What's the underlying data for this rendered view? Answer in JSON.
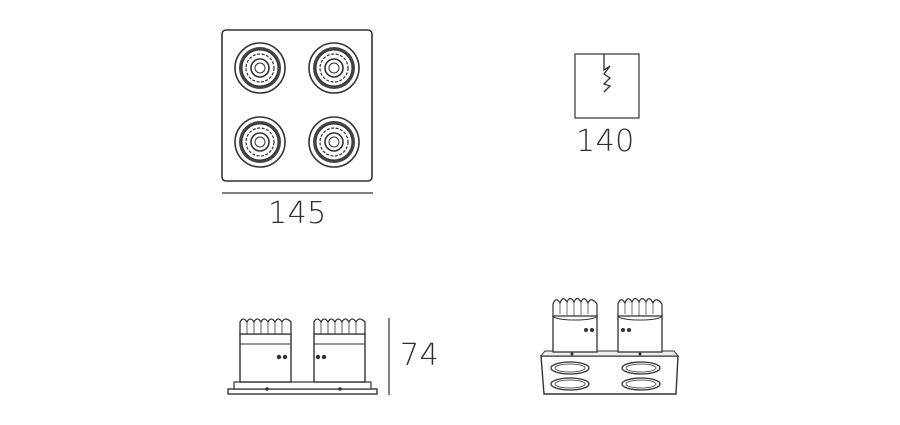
{
  "dimensions": {
    "width": "145",
    "cutout": "140",
    "height": "74"
  },
  "colors": {
    "line": "#333333",
    "fill": "#ffffff",
    "shade": "#e9e9e9"
  }
}
